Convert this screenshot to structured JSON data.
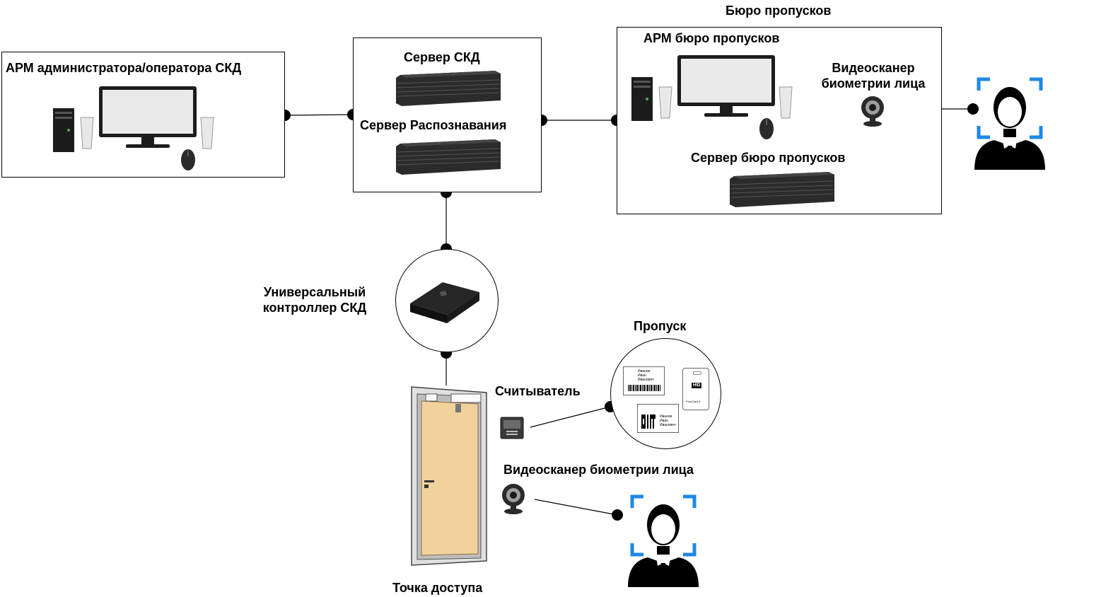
{
  "labels": {
    "arm_admin": "АРМ администратора/оператора СКД",
    "server_skd": "Сервер СКД",
    "server_recognition": "Сервер Распознавания",
    "bureau_title": "Бюро пропусков",
    "arm_bureau": "АРМ бюро пропусков",
    "video_scanner_top_1": "Видеосканер",
    "video_scanner_top_2": "биометрии лица",
    "server_bureau": "Сервер бюро пропусков",
    "controller_1": "Универсальный",
    "controller_2": "контроллер СКД",
    "pass": "Пропуск",
    "reader": "Считыватель",
    "video_scanner_bottom": "Видеосканер биометрии лица",
    "access_point": "Точка доступа"
  },
  "badges": {
    "name_line1": "Иванов",
    "name_line2": "Иван",
    "name_line3": "Иванович",
    "hid_logo": "HID",
    "card_caption": "ProxCard II"
  },
  "colors": {
    "line": "#000000",
    "face_frame": "#1e88e5",
    "door": "#f1d29c",
    "server": "#2b2b2b"
  }
}
